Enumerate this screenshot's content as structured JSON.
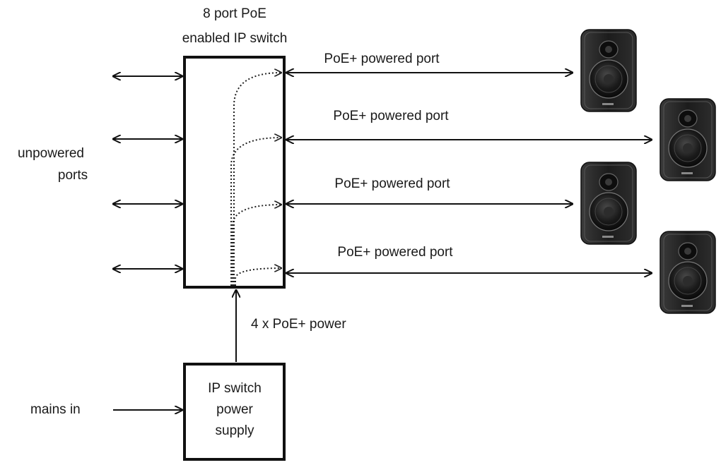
{
  "switch": {
    "title_line1": "8 port PoE",
    "title_line2": "enabled IP switch"
  },
  "unpowered": {
    "line1": "unpowered",
    "line2": "ports"
  },
  "powered_ports": [
    {
      "label": "PoE+ powered port"
    },
    {
      "label": "PoE+ powered port"
    },
    {
      "label": "PoE+ powered port"
    },
    {
      "label": "PoE+ powered port"
    }
  ],
  "power_feed": {
    "label": "4 x PoE+ power"
  },
  "power_supply": {
    "line1": "IP switch",
    "line2": "power",
    "line3": "supply"
  },
  "mains": {
    "label": "mains in"
  },
  "colors": {
    "stroke": "#111111",
    "speaker_body": "#2a2a2a",
    "speaker_front": "#151515"
  },
  "icons": {
    "speaker": "loudspeaker-icon"
  }
}
